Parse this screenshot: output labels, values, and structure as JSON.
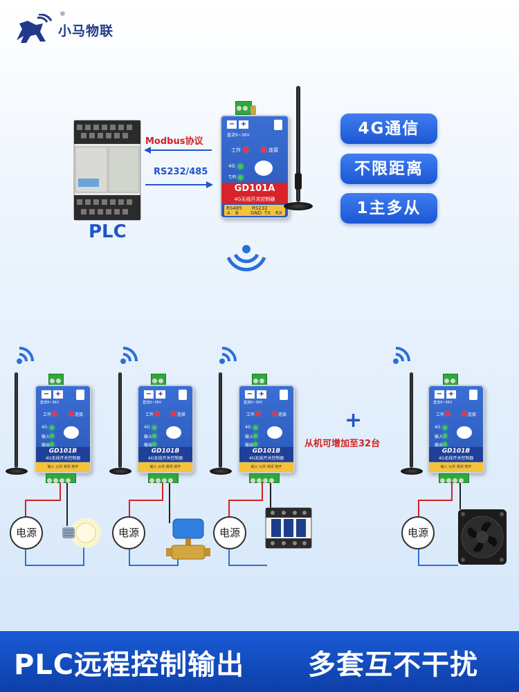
{
  "brand": {
    "name": "小马物联",
    "registered": "®"
  },
  "badges": [
    "4G通信",
    "不限距离",
    "1主多从"
  ],
  "master": {
    "device_label": "PLC",
    "protocol_label": "Modbus协议",
    "interface_label": "RS232/485",
    "model": "GD101A",
    "subtitle": "4G无线开关控制器",
    "power_text": "直流9~36V",
    "led_labels": [
      "工作",
      "连接",
      "4G",
      "T/R"
    ],
    "port_labels": [
      "RS485",
      "RS232",
      "A",
      "B",
      "GND",
      "TX",
      "RX"
    ]
  },
  "slaves": {
    "model": "GD101B",
    "subtitle": "4G无线开关控制器",
    "power_text": "直流9~36V",
    "led_labels": [
      "工作",
      "连接",
      "4G",
      "输入",
      "输出"
    ],
    "bottom_labels": [
      "输入",
      "公共",
      "常闭",
      "常开"
    ],
    "power_label": "电源",
    "loads": [
      "light-bulb",
      "motorized-valve",
      "contactor",
      "cooling-fan"
    ]
  },
  "expand": {
    "plus": "+",
    "text": "从机可增加至32台"
  },
  "footer": {
    "left": "PLC远程控制输出",
    "right": "多套互不干扰"
  }
}
